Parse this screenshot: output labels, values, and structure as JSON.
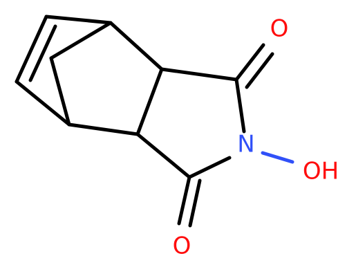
{
  "molecule": {
    "atoms": {
      "oxygen_top": "O",
      "oxygen_bottom": "O",
      "nitrogen": "N",
      "hydroxyl": "OH"
    },
    "colors": {
      "carbon_bond": "#000000",
      "oxygen": "#ff0d0d",
      "nitrogen": "#3050f8"
    }
  }
}
